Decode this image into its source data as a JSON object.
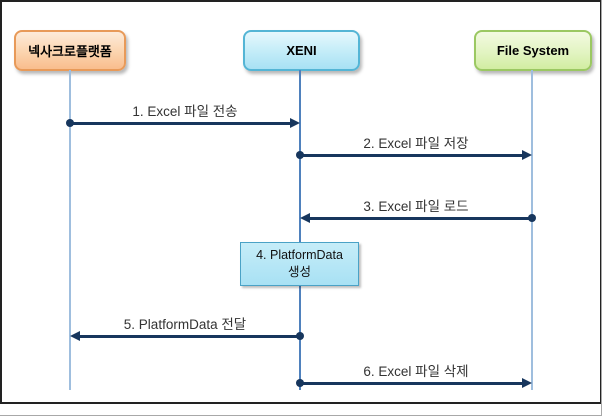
{
  "window": {
    "background": "#ffffff",
    "border_color": "#222222"
  },
  "diagram": {
    "type": "sequence-diagram",
    "actors": [
      {
        "label": "넥사크로플랫폼",
        "fill_top": "#FDEBDA",
        "fill_bottom": "#F9BD8D",
        "border_color": "#E89A59",
        "text_color": "#000000"
      },
      {
        "label": "XENI",
        "fill_top": "#E6F8FD",
        "fill_bottom": "#A8E1F4",
        "border_color": "#54B5D5",
        "text_color": "#000000"
      },
      {
        "label": "File System",
        "fill_top": "#F3FAE1",
        "fill_bottom": "#D2EDA1",
        "border_color": "#9BC862",
        "text_color": "#000000"
      }
    ],
    "lifeline_colors": {
      "outer": "#9FBEDE",
      "center": "#4F81BD"
    },
    "arrow_color": "#17365D",
    "label_color": "#333333",
    "messages": [
      {
        "seq": "1",
        "label": "1. Excel 파일 전송",
        "from": "넥사크로플랫폼",
        "to": "XENI",
        "direction": "right"
      },
      {
        "seq": "2",
        "label": "2. Excel 파일 저장",
        "from": "XENI",
        "to": "File System",
        "direction": "right"
      },
      {
        "seq": "3",
        "label": "3. Excel 파일 로드",
        "from": "File System",
        "to": "XENI",
        "direction": "left"
      },
      {
        "seq": "4",
        "label": "4. PlatformData 생성",
        "label_line1": "4. PlatformData",
        "label_line2": "생성",
        "type": "action-box",
        "on": "XENI"
      },
      {
        "seq": "5",
        "label": "5. PlatformData 전달",
        "from": "XENI",
        "to": "넥사크로플랫폼",
        "direction": "left"
      },
      {
        "seq": "6",
        "label": "6. Excel 파일 삭제",
        "from": "XENI",
        "to": "File System",
        "direction": "right"
      }
    ]
  }
}
